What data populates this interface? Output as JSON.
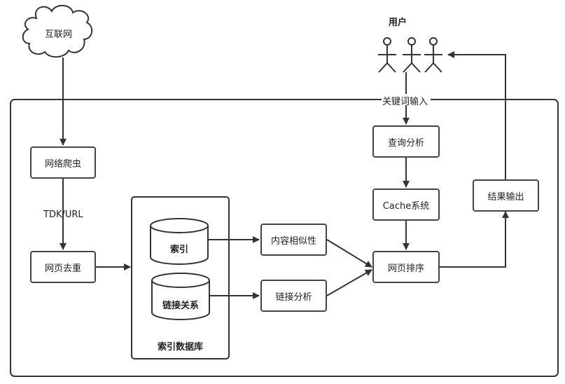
{
  "nodes": {
    "internet": "互联网",
    "user": "用户",
    "keyword_input": "关键词输入",
    "query_analysis": "查询分析",
    "cache_system": "Cache系统",
    "result_output": "结果输出",
    "crawler": "网络爬虫",
    "tdk_url": "TDK/URL",
    "dedup": "网页去重",
    "index": "索引",
    "link_relation": "链接关系",
    "index_db": "索引数据库",
    "content_similarity": "内容相似性",
    "link_analysis": "链接分析",
    "page_ranking": "网页排序"
  }
}
